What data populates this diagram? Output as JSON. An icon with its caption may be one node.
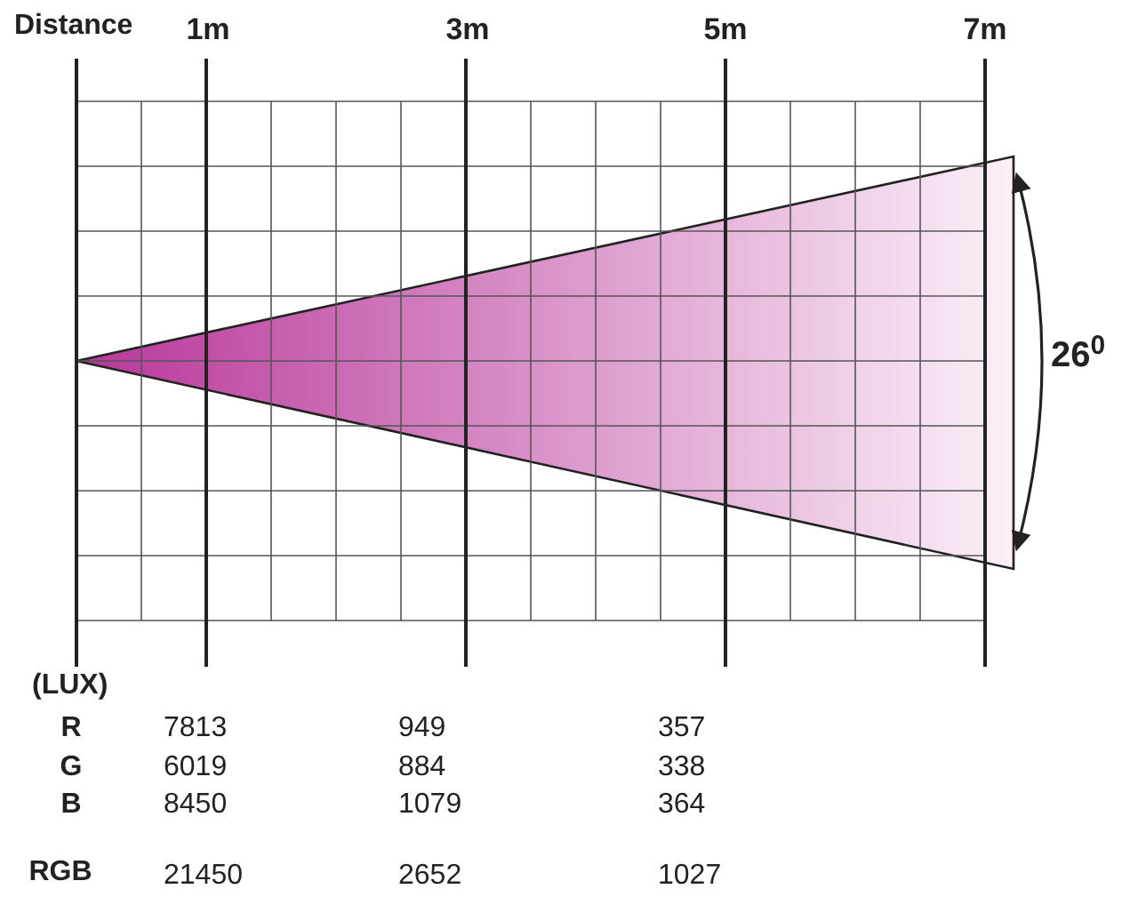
{
  "diagram": {
    "labels": [
      "Distance",
      "1m",
      "3m",
      "5m",
      "7m",
      "26$^{0}$",
      "(LUX)",
      "R",
      "7813",
      "949",
      "357",
      "G",
      "6019",
      "884",
      "338",
      "B",
      "8450",
      "1079",
      "364",
      "RGB",
      "21450",
      "2652",
      "1027"
    ]
  }
}
